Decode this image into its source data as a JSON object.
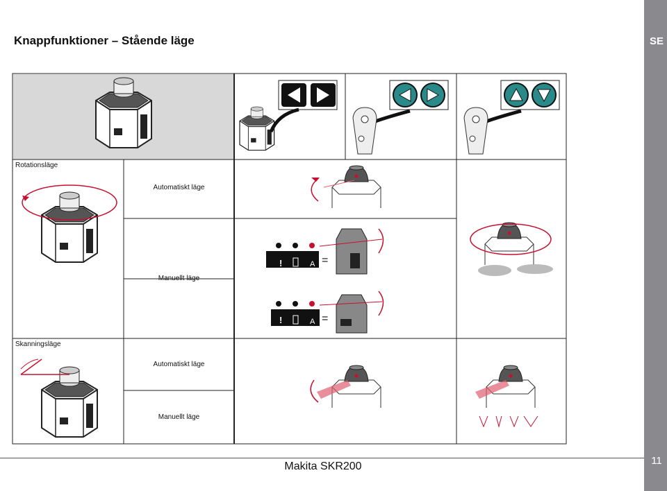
{
  "page": {
    "title": "Knappfunktioner – Stående läge",
    "language_tab": "SE",
    "page_number": "11",
    "footer": "Makita SKR200"
  },
  "table": {
    "rotation_section": "Rotationsläge",
    "rotation_auto": "Automatiskt läge",
    "rotation_manual": "Manuellt läge",
    "scanning_section": "Skanningsläge",
    "scanning_auto": "Automatiskt läge",
    "scanning_manual": "Manuellt läge"
  },
  "indicators": {
    "row1_icons": [
      "!",
      "battery",
      "A"
    ],
    "row2_icons": [
      "!",
      "battery",
      "A"
    ],
    "equals": "="
  },
  "colors": {
    "accent_red": "#c8102e",
    "laser_beam": "#e06070",
    "teal_button": "#2a8a8a",
    "side_bar": "#8a8a8e"
  }
}
